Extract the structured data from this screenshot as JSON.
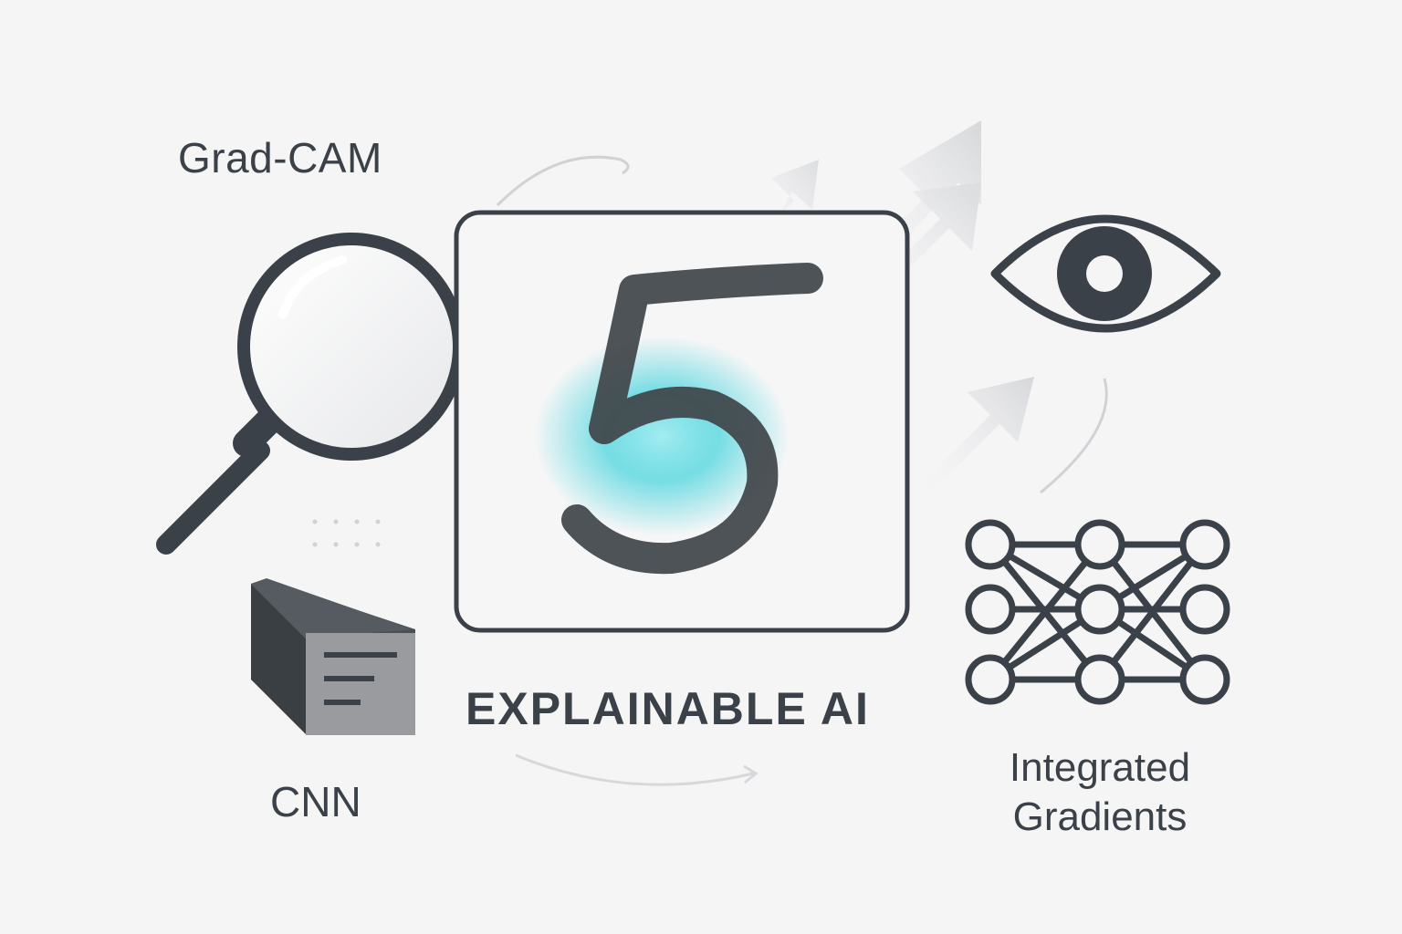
{
  "labels": {
    "grad_cam": "Grad-CAM",
    "cnn": "CNN",
    "center_title": "EXPLAINABLE AI",
    "integrated_gradients_line1": "Integrated",
    "integrated_gradients_line2": "Gradients"
  },
  "digit": {
    "value": "5",
    "highlight_color": "#3fd3dc"
  },
  "icons": [
    "magnifying-glass-icon",
    "cube-icon",
    "eye-icon",
    "neural-network-icon",
    "arrow-icon"
  ],
  "colors": {
    "background": "#f5f5f6",
    "ink": "#3b4148",
    "accent": "#3fd3dc",
    "arrow": "#dcdde0"
  }
}
